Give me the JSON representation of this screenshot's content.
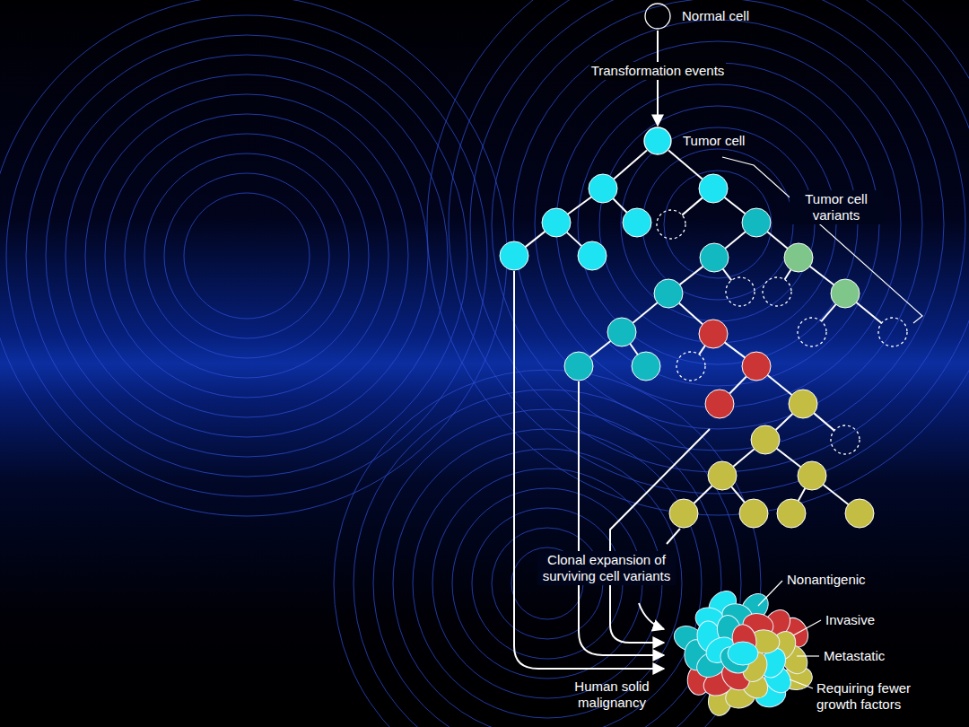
{
  "diagram": {
    "nodes": [
      {
        "text": [
          "Normal cell"
        ]
      },
      {
        "text": [
          "Tumor cell"
        ]
      }
    ],
    "edges": [
      {
        "from": 0,
        "to": 1,
        "arrow": "to",
        "label": "Transformation events"
      }
    ],
    "labels": [
      "Tumor cell variants",
      "Clonal expansion of surviving cell variants",
      "Human solid malignancy",
      "Nonantigenic",
      "Invasive",
      "Metastatic",
      "Requiring fewer growth factors"
    ]
  }
}
